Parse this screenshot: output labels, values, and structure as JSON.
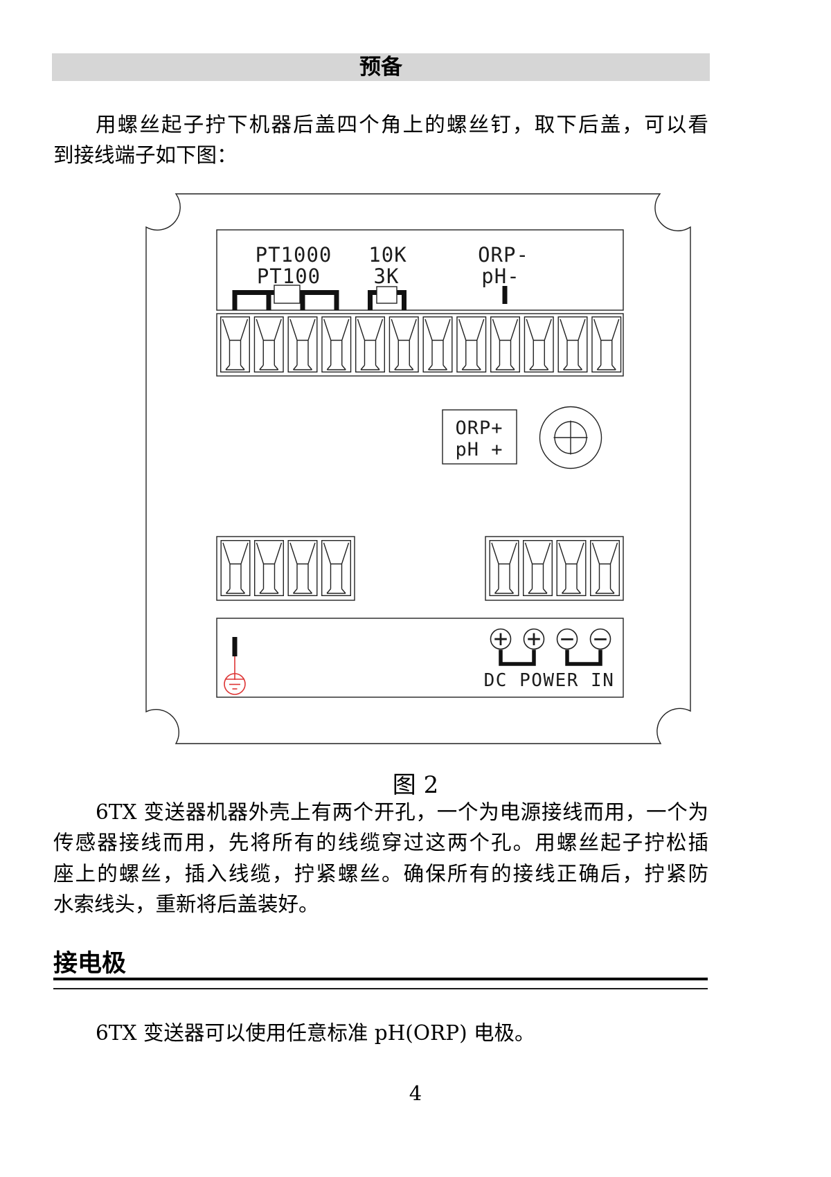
{
  "colors": {
    "header_bar_gray": "#d6d6d6",
    "ground_symbol_red": "#dd3333",
    "line_black": "#222222"
  },
  "header": {
    "title": "预备"
  },
  "intro": {
    "lines": [
      "用螺丝起子拧下机器后盖四个角上的螺丝钉，取下后盖，可以看",
      "到接线端子如下图："
    ]
  },
  "figure": {
    "caption": "图 2",
    "top_labels": {
      "row1": [
        "PT1000",
        "10K",
        "ORP-"
      ],
      "row2": [
        "PT100",
        "3K",
        "pH-"
      ]
    },
    "mid_labels": {
      "line1": "ORP+",
      "line2": "pH +"
    },
    "power_label": "DC POWER IN",
    "polarity": [
      "+",
      "+",
      "−",
      "−"
    ]
  },
  "body": {
    "lines": [
      "6TX 变送器机器外壳上有两个开孔，一个为电源接线而用，一个为",
      "传感器接线而用，先将所有的线缆穿过这两个孔。用螺丝起子拧松插",
      "座上的螺丝，插入线缆，拧紧螺丝。确保所有的接线正确后，拧紧防",
      "水索线头，重新将后盖装好。"
    ]
  },
  "section": {
    "heading": "接电极",
    "text": "6TX 变送器可以使用任意标准 pH(ORP) 电极。"
  },
  "footer": {
    "page_number": "4"
  }
}
